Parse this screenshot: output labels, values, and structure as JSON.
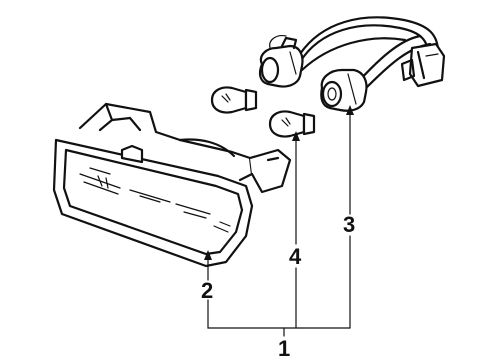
{
  "callouts": [
    {
      "id": "1",
      "text": "1"
    },
    {
      "id": "2",
      "text": "2"
    },
    {
      "id": "3",
      "text": "3"
    },
    {
      "id": "4",
      "text": "4"
    }
  ],
  "parts": [
    "lamp-housing",
    "bulb-small-left",
    "bulb-small-center",
    "socket-left",
    "socket-right",
    "wire-harness",
    "connector-plug"
  ]
}
